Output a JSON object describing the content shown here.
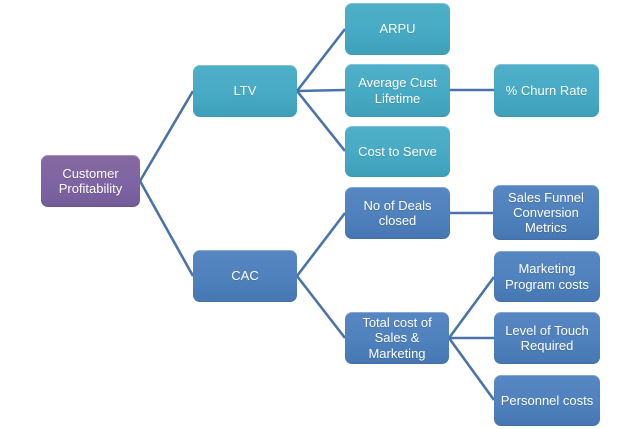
{
  "colors": {
    "purple": "#7E64A4",
    "teal": "#47AAC4",
    "blue": "#4F81BD",
    "connector": "#4C72AB",
    "text": "#FFFFFF",
    "background": "#FFFFFF"
  },
  "diagram": {
    "type": "hierarchy-tree",
    "direction": "left-to-right",
    "nodes": {
      "root": {
        "label": "Customer Profitability",
        "color_role": "purple"
      },
      "ltv": {
        "label": "LTV",
        "color_role": "teal"
      },
      "arpu": {
        "label": "ARPU",
        "color_role": "teal"
      },
      "avg_cust_lifetime": {
        "label": "Average Cust Lifetime",
        "color_role": "teal"
      },
      "churn_rate": {
        "label": "% Churn Rate",
        "color_role": "teal"
      },
      "cost_to_serve": {
        "label": "Cost to Serve",
        "color_role": "teal"
      },
      "cac": {
        "label": "CAC",
        "color_role": "blue"
      },
      "deals_closed": {
        "label": "No of Deals closed",
        "color_role": "blue"
      },
      "sales_funnel": {
        "label": "Sales Funnel Conversion Metrics",
        "color_role": "blue"
      },
      "total_cost": {
        "label": "Total cost of Sales & Marketing",
        "color_role": "blue"
      },
      "marketing_program": {
        "label": "Marketing Program costs",
        "color_role": "blue"
      },
      "level_of_touch": {
        "label": "Level of Touch Required",
        "color_role": "blue"
      },
      "personnel_costs": {
        "label": "Personnel costs",
        "color_role": "blue"
      }
    },
    "edges": [
      {
        "from": "root",
        "to": "ltv"
      },
      {
        "from": "root",
        "to": "cac"
      },
      {
        "from": "ltv",
        "to": "arpu"
      },
      {
        "from": "ltv",
        "to": "avg_cust_lifetime"
      },
      {
        "from": "ltv",
        "to": "cost_to_serve"
      },
      {
        "from": "avg_cust_lifetime",
        "to": "churn_rate"
      },
      {
        "from": "cac",
        "to": "deals_closed"
      },
      {
        "from": "cac",
        "to": "total_cost"
      },
      {
        "from": "deals_closed",
        "to": "sales_funnel"
      },
      {
        "from": "total_cost",
        "to": "marketing_program"
      },
      {
        "from": "total_cost",
        "to": "level_of_touch"
      },
      {
        "from": "total_cost",
        "to": "personnel_costs"
      }
    ]
  }
}
